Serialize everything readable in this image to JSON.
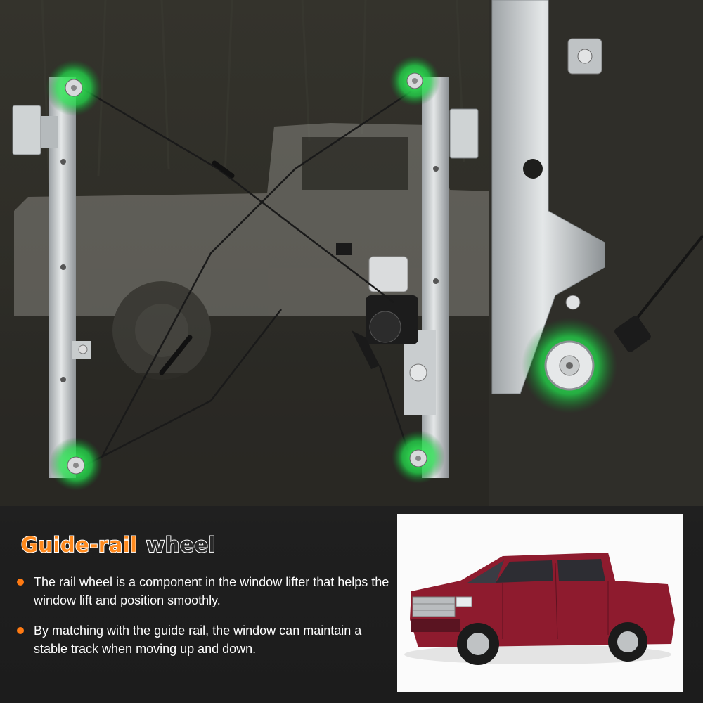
{
  "heading": {
    "word1": "Guide-rail",
    "word2": "wheel",
    "accent_color": "#ff8a1e"
  },
  "bullets": [
    {
      "text": "The rail wheel is a component in the window lifter that helps the window lift and position smoothly."
    },
    {
      "text": "By matching with the guide rail, the window can maintain a stable track when moving up and down."
    }
  ],
  "colors": {
    "highlight": "#22e04a",
    "bullet_dot": "#ff7a12",
    "truck_body": "#8e1b2e"
  }
}
